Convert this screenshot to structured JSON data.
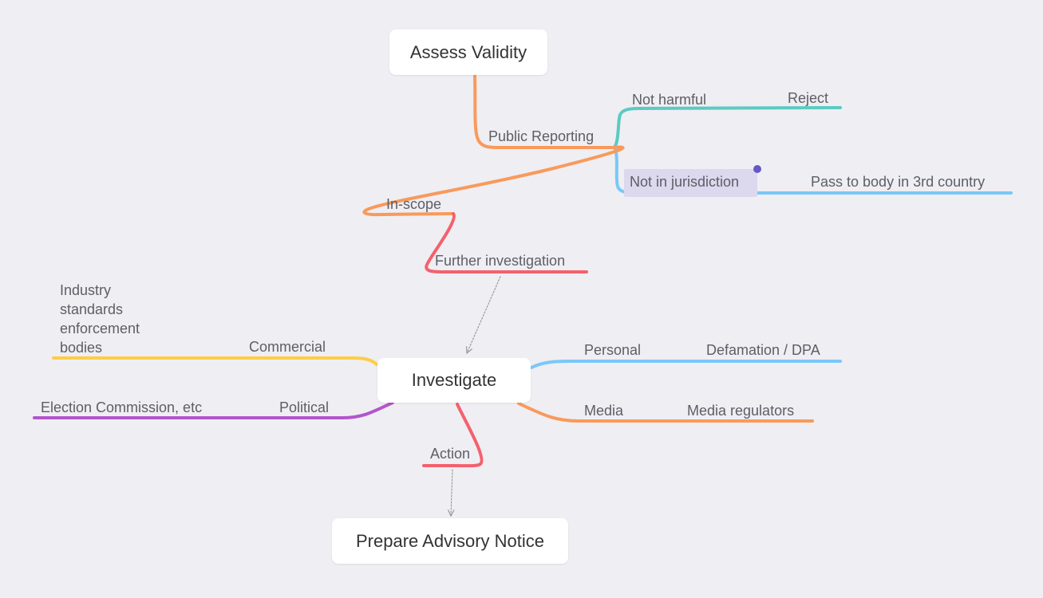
{
  "nodes": {
    "assess_validity": "Assess Validity",
    "investigate": "Investigate",
    "prepare_advisory_notice": "Prepare Advisory Notice"
  },
  "labels": {
    "public_reporting": "Public Reporting",
    "not_harmful": "Not harmful",
    "reject": "Reject",
    "not_in_jurisdiction": "Not in jurisdiction",
    "pass_to_body": "Pass to body in 3rd country",
    "in_scope": "In-scope",
    "further_investigation": "Further investigation",
    "industry_bodies": "Industry standards enforcement bodies",
    "commercial": "Commercial",
    "election_commission": "Election Commission, etc",
    "political": "Political",
    "personal": "Personal",
    "defamation_dpa": "Defamation / DPA",
    "media": "Media",
    "media_regulators": "Media regulators",
    "action": "Action"
  },
  "colors": {
    "background": "#efeef3",
    "orange": "#f89a5c",
    "teal": "#5ccac2",
    "blue": "#79c8f9",
    "red": "#f3616d",
    "yellow": "#fdcd45",
    "purple": "#b256cc",
    "arrow": "#8a8a8a",
    "selection": "#dcd8ee",
    "selection_dot": "#6358c6"
  }
}
